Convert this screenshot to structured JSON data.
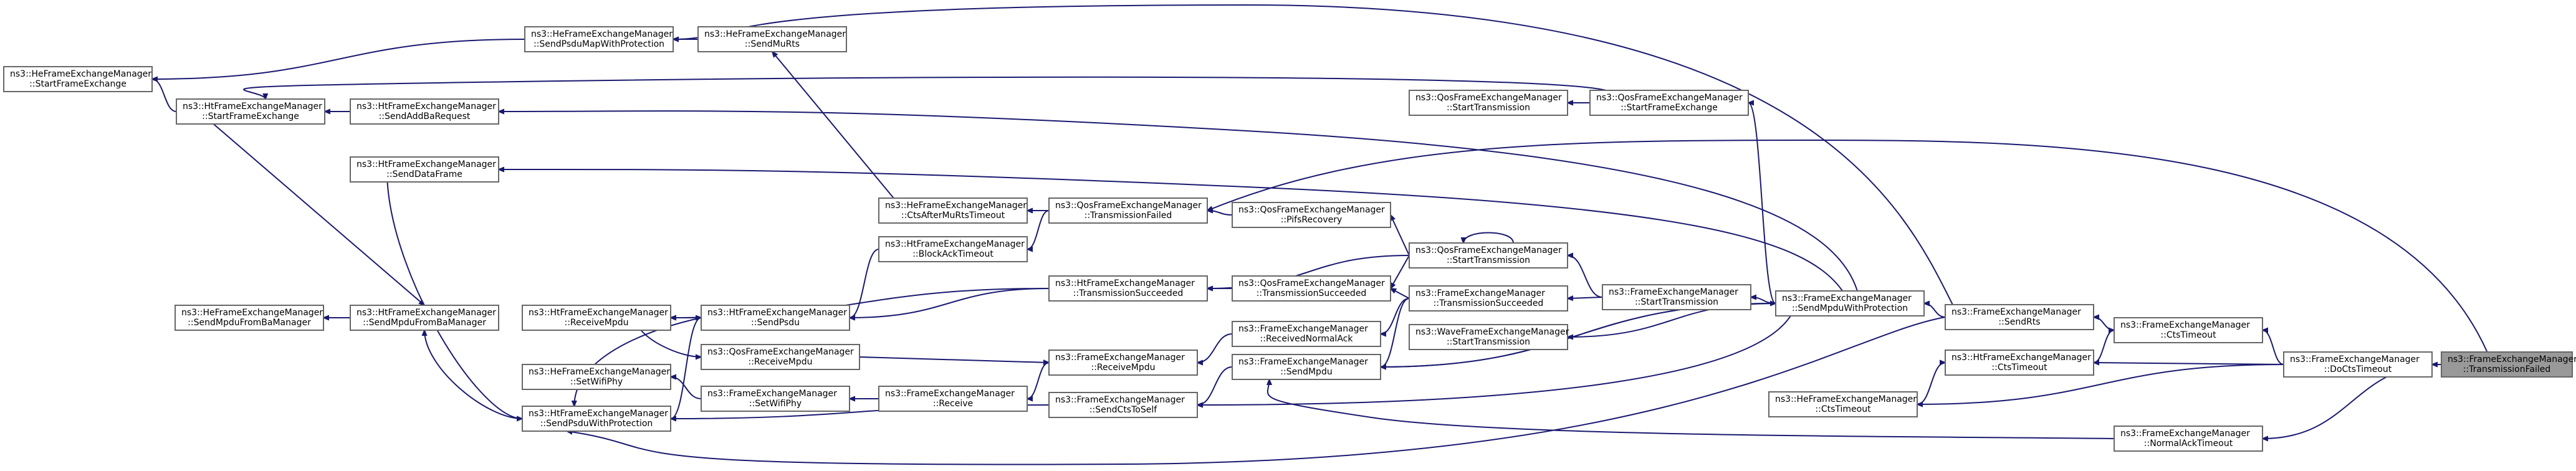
{
  "diagram": {
    "type": "call-graph",
    "colors": {
      "edge": "#191970",
      "node_border": "#666666",
      "node_fill": "#ffffff",
      "root_fill": "#999999",
      "background": "#ffffff"
    },
    "nodes": [
      {
        "id": "sendpsdumap",
        "lines": [
          "ns3::HeFrameExchangeManager",
          "::SendPsduMapWithProtection"
        ]
      },
      {
        "id": "sendmurts",
        "lines": [
          "ns3::HeFrameExchangeManager",
          "::SendMuRts"
        ]
      },
      {
        "id": "he_startframe",
        "lines": [
          "ns3::HeFrameExchangeManager",
          "::StartFrameExchange"
        ]
      },
      {
        "id": "ht_startframe",
        "lines": [
          "ns3::HtFrameExchangeManager",
          "::StartFrameExchange"
        ]
      },
      {
        "id": "sendaddba",
        "lines": [
          "ns3::HtFrameExchangeManager",
          "::SendAddBaRequest"
        ]
      },
      {
        "id": "senddataframe",
        "lines": [
          "ns3::HtFrameExchangeManager",
          "::SendDataFrame"
        ]
      },
      {
        "id": "qos_startframe",
        "lines": [
          "ns3::QosFrameExchangeManager",
          "::StartFrameExchange"
        ]
      },
      {
        "id": "qos_starttx_left",
        "lines": [
          "ns3::QosFrameExchangeManager",
          "::StartTransmission"
        ]
      },
      {
        "id": "ctsaftermurts",
        "lines": [
          "ns3::HeFrameExchangeManager",
          "::CtsAfterMuRtsTimeout"
        ]
      },
      {
        "id": "qos_txfailed",
        "lines": [
          "ns3::QosFrameExchangeManager",
          "::TransmissionFailed"
        ]
      },
      {
        "id": "pifsrecovery",
        "lines": [
          "ns3::QosFrameExchangeManager",
          "::PifsRecovery"
        ]
      },
      {
        "id": "blockacktimeout",
        "lines": [
          "ns3::HtFrameExchangeManager",
          "::BlockAckTimeout"
        ]
      },
      {
        "id": "qos_starttx",
        "lines": [
          "ns3::QosFrameExchangeManager",
          "::StartTransmission"
        ]
      },
      {
        "id": "ht_txsucceeded",
        "lines": [
          "ns3::HtFrameExchangeManager",
          "::TransmissionSucceeded"
        ]
      },
      {
        "id": "qos_txsucceeded",
        "lines": [
          "ns3::QosFrameExchangeManager",
          "::TransmissionSucceeded"
        ]
      },
      {
        "id": "fem_txsucceeded",
        "lines": [
          "ns3::FrameExchangeManager",
          "::TransmissionSucceeded"
        ]
      },
      {
        "id": "fem_starttx",
        "lines": [
          "ns3::FrameExchangeManager",
          "::StartTransmission"
        ]
      },
      {
        "id": "sendmpduwithprot",
        "lines": [
          "ns3::FrameExchangeManager",
          "::SendMpduWithProtection"
        ]
      },
      {
        "id": "sendrts",
        "lines": [
          "ns3::FrameExchangeManager",
          "::SendRts"
        ]
      },
      {
        "id": "ctstimeout_top",
        "lines": [
          "ns3::FrameExchangeManager",
          "::CtsTimeout"
        ]
      },
      {
        "id": "ht_ctstimeout",
        "lines": [
          "ns3::HtFrameExchangeManager",
          "::CtsTimeout"
        ]
      },
      {
        "id": "he_ctstimeout",
        "lines": [
          "ns3::HeFrameExchangeManager",
          "::CtsTimeout"
        ]
      },
      {
        "id": "docts",
        "lines": [
          "ns3::FrameExchangeManager",
          "::DoCtsTimeout"
        ]
      },
      {
        "id": "root",
        "lines": [
          "ns3::FrameExchangeManager",
          "::TransmissionFailed"
        ]
      },
      {
        "id": "normalacktimeout",
        "lines": [
          "ns3::FrameExchangeManager",
          "::NormalAckTimeout"
        ]
      },
      {
        "id": "ht_receivempdu",
        "lines": [
          "ns3::HtFrameExchangeManager",
          "::ReceiveMpdu"
        ]
      },
      {
        "id": "ht_sendpsdu",
        "lines": [
          "ns3::HtFrameExchangeManager",
          "::SendPsdu"
        ]
      },
      {
        "id": "he_sendmpdufromba",
        "lines": [
          "ns3::HeFrameExchangeManager",
          "::SendMpduFromBaManager"
        ]
      },
      {
        "id": "ht_sendmpdufromba",
        "lines": [
          "ns3::HtFrameExchangeManager",
          "::SendMpduFromBaManager"
        ]
      },
      {
        "id": "qos_receivempdu",
        "lines": [
          "ns3::QosFrameExchangeManager",
          "::ReceiveMpdu"
        ]
      },
      {
        "id": "fem_receivednormalack",
        "lines": [
          "ns3::FrameExchangeManager",
          "::ReceivedNormalAck"
        ]
      },
      {
        "id": "wave_starttx",
        "lines": [
          "ns3::WaveFrameExchangeManager",
          "::StartTransmission"
        ]
      },
      {
        "id": "fem_receivempdu",
        "lines": [
          "ns3::FrameExchangeManager",
          "::ReceiveMpdu"
        ]
      },
      {
        "id": "fem_sendmpdu",
        "lines": [
          "ns3::FrameExchangeManager",
          "::SendMpdu"
        ]
      },
      {
        "id": "he_setwifiphy",
        "lines": [
          "ns3::HeFrameExchangeManager",
          "::SetWifiPhy"
        ]
      },
      {
        "id": "fem_setwifiphy",
        "lines": [
          "ns3::FrameExchangeManager",
          "::SetWifiPhy"
        ]
      },
      {
        "id": "fem_receive",
        "lines": [
          "ns3::FrameExchangeManager",
          "::Receive"
        ]
      },
      {
        "id": "sendctstoself",
        "lines": [
          "ns3::FrameExchangeManager",
          "::SendCtsToSelf"
        ]
      },
      {
        "id": "ht_sendpsduwithprot",
        "lines": [
          "ns3::HtFrameExchangeManager",
          "::SendPsduWithProtection"
        ]
      }
    ],
    "edges": [
      {
        "from": "root",
        "to": "docts"
      },
      {
        "from": "root",
        "to": "normalacktimeout"
      },
      {
        "from": "root",
        "to": "qos_txfailed"
      },
      {
        "from": "docts",
        "to": "ctstimeout_top"
      },
      {
        "from": "docts",
        "to": "ht_ctstimeout"
      },
      {
        "from": "docts",
        "to": "he_ctstimeout"
      },
      {
        "from": "ctstimeout_top",
        "to": "sendrts"
      },
      {
        "from": "ht_ctstimeout",
        "to": "ctstimeout_top"
      },
      {
        "from": "he_ctstimeout",
        "to": "ht_ctstimeout"
      },
      {
        "from": "normalacktimeout",
        "to": "fem_sendmpdu"
      },
      {
        "from": "sendrts",
        "to": "sendmpduwithprot"
      },
      {
        "from": "sendrts",
        "to": "sendpsdumap"
      },
      {
        "from": "sendrts",
        "to": "ht_sendpsduwithprot"
      },
      {
        "from": "sendmpduwithprot",
        "to": "fem_starttx"
      },
      {
        "from": "sendmpduwithprot",
        "to": "qos_startframe"
      },
      {
        "from": "sendmpduwithprot",
        "to": "sendaddba"
      },
      {
        "from": "sendmpduwithprot",
        "to": "senddataframe"
      },
      {
        "from": "sendmpduwithprot",
        "to": "wave_starttx"
      },
      {
        "from": "sendmpduwithprot",
        "to": "fem_sendmpdu"
      },
      {
        "from": "sendmpduwithprot",
        "to": "sendctstoself"
      },
      {
        "from": "fem_starttx",
        "to": "qos_starttx"
      },
      {
        "from": "fem_starttx",
        "to": "fem_txsucceeded"
      },
      {
        "from": "qos_starttx",
        "to": "qos_starttx"
      },
      {
        "from": "qos_starttx",
        "to": "pifsrecovery"
      },
      {
        "from": "qos_starttx",
        "to": "ht_txsucceeded"
      },
      {
        "from": "qos_starttx",
        "to": "qos_txsucceeded"
      },
      {
        "from": "fem_txsucceeded",
        "to": "qos_txsucceeded"
      },
      {
        "from": "fem_txsucceeded",
        "to": "fem_receivednormalack"
      },
      {
        "from": "fem_txsucceeded",
        "to": "fem_sendmpdu"
      },
      {
        "from": "qos_txsucceeded",
        "to": "ht_txsucceeded"
      },
      {
        "from": "ht_txsucceeded",
        "to": "ht_receivempdu"
      },
      {
        "from": "ht_txsucceeded",
        "to": "ht_sendpsdu"
      },
      {
        "from": "pifsrecovery",
        "to": "qos_txfailed"
      },
      {
        "from": "qos_txfailed",
        "to": "ctsaftermurts"
      },
      {
        "from": "qos_txfailed",
        "to": "blockacktimeout"
      },
      {
        "from": "ctsaftermurts",
        "to": "sendmurts"
      },
      {
        "from": "sendmurts",
        "to": "sendpsdumap"
      },
      {
        "from": "sendpsdumap",
        "to": "he_startframe"
      },
      {
        "from": "qos_startframe",
        "to": "qos_starttx_left"
      },
      {
        "from": "qos_startframe",
        "to": "ht_startframe"
      },
      {
        "from": "sendaddba",
        "to": "ht_startframe"
      },
      {
        "from": "senddataframe",
        "to": "ht_sendpsduwithprot"
      },
      {
        "from": "ht_startframe",
        "to": "he_startframe"
      },
      {
        "from": "ht_startframe",
        "to": "ht_sendmpdufromba"
      },
      {
        "from": "ht_sendmpdufromba",
        "to": "he_sendmpdufromba"
      },
      {
        "from": "ht_sendpsduwithprot",
        "to": "ht_sendmpdufromba"
      },
      {
        "from": "ht_sendpsduwithprot",
        "to": "ht_sendpsdu"
      },
      {
        "from": "blockacktimeout",
        "to": "ht_sendpsdu"
      },
      {
        "from": "ht_sendpsdu",
        "to": "ht_receivempdu"
      },
      {
        "from": "ht_sendpsdu",
        "to": "ht_sendpsduwithprot"
      },
      {
        "from": "ht_receivempdu",
        "to": "qos_receivempdu"
      },
      {
        "from": "qos_receivempdu",
        "to": "fem_receivempdu"
      },
      {
        "from": "fem_receivednormalack",
        "to": "fem_receivempdu"
      },
      {
        "from": "fem_receivempdu",
        "to": "fem_receive"
      },
      {
        "from": "fem_receive",
        "to": "fem_setwifiphy"
      },
      {
        "from": "fem_setwifiphy",
        "to": "he_setwifiphy"
      },
      {
        "from": "fem_sendmpdu",
        "to": "sendmpduwithprot"
      },
      {
        "from": "fem_sendmpdu",
        "to": "sendctstoself"
      },
      {
        "from": "sendctstoself",
        "to": "ht_sendpsduwithprot"
      }
    ]
  }
}
